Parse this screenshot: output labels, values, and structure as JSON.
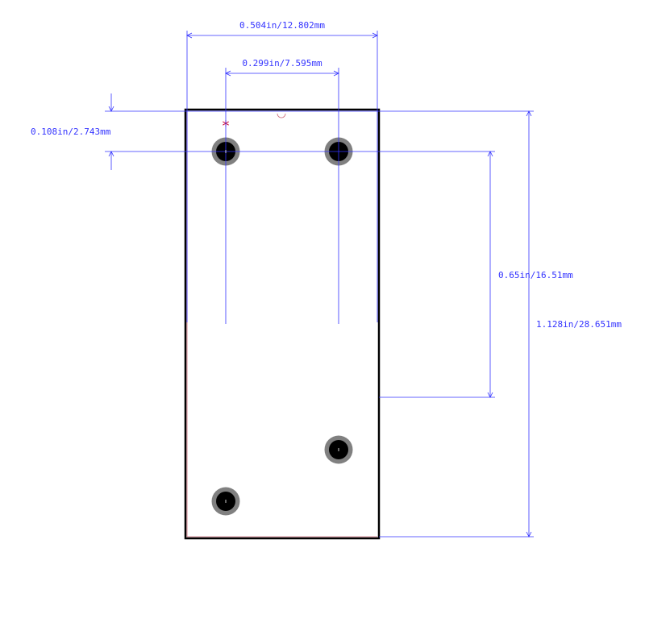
{
  "drawing": {
    "dimensions": {
      "overall_width": "0.504in/12.802mm",
      "pin_pitch_x": "0.299in/7.595mm",
      "top_offset": "0.108in/2.743mm",
      "pin_pitch_y": "0.65in/16.51mm",
      "overall_height": "1.128in/28.651mm"
    },
    "pin1_marker": "*",
    "colors": {
      "dimension": "#3333ff",
      "outline": "#000000",
      "pad_ring": "#808080",
      "pad_hole": "#000000",
      "marker": "#cc0033",
      "silkscreen": "#cc6677"
    }
  }
}
